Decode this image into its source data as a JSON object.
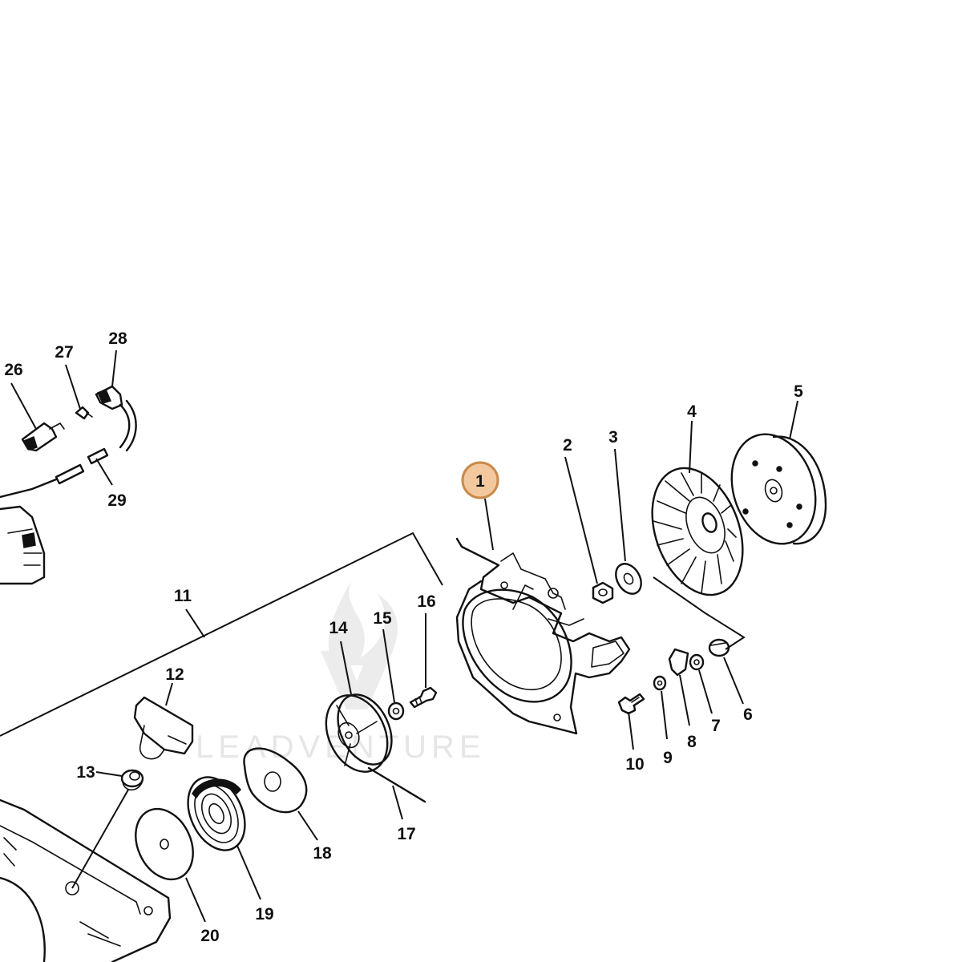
{
  "watermark": {
    "text": "LEADVENTURE"
  },
  "highlight": {
    "label": "1",
    "fill": "#f3c89e",
    "stroke": "#c98a4a"
  },
  "callouts": [
    {
      "id": "c2",
      "label": "2"
    },
    {
      "id": "c3",
      "label": "3"
    },
    {
      "id": "c4",
      "label": "4"
    },
    {
      "id": "c5",
      "label": "5"
    },
    {
      "id": "c6",
      "label": "6"
    },
    {
      "id": "c7",
      "label": "7"
    },
    {
      "id": "c8",
      "label": "8"
    },
    {
      "id": "c9",
      "label": "9"
    },
    {
      "id": "c10",
      "label": "10"
    },
    {
      "id": "c11",
      "label": "11"
    },
    {
      "id": "c12",
      "label": "12"
    },
    {
      "id": "c13",
      "label": "13"
    },
    {
      "id": "c14",
      "label": "14"
    },
    {
      "id": "c15",
      "label": "15"
    },
    {
      "id": "c16",
      "label": "16"
    },
    {
      "id": "c17",
      "label": "17"
    },
    {
      "id": "c18",
      "label": "18"
    },
    {
      "id": "c19",
      "label": "19"
    },
    {
      "id": "c20",
      "label": "20"
    },
    {
      "id": "c26",
      "label": "26"
    },
    {
      "id": "c27",
      "label": "27"
    },
    {
      "id": "c28",
      "label": "28"
    },
    {
      "id": "c29",
      "label": "29"
    }
  ]
}
